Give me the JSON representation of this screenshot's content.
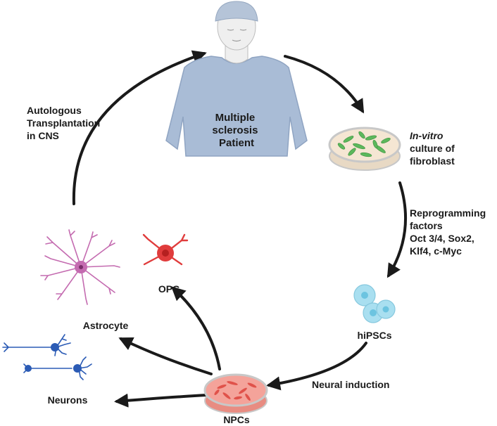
{
  "patient": {
    "line1": "Multiple",
    "line2": "sclerosis",
    "line3": "Patient"
  },
  "culture": {
    "line1_italic": "In-vitro",
    "line2": "culture of",
    "line3": "fibroblast"
  },
  "reprogramming": {
    "line1": "Reprogramming",
    "line2": "factors",
    "line3": "Oct 3/4, Sox2,",
    "line4": "Klf4, c-Myc"
  },
  "hipscs_label": "hiPSCs",
  "neural_induction_label": "Neural induction",
  "npcs_label": "NPCs",
  "neurons_label": "Neurons",
  "astrocyte_label": "Astrocyte",
  "opc_label": "OPC",
  "transplant": {
    "line1": "Autologous",
    "line2": "Transplantation",
    "line3": "in CNS"
  },
  "colors": {
    "arrow": "#1a1a1a",
    "shirt": "#a9bcd6",
    "skin": "#efefef",
    "cap": "#b5c4d8",
    "dish_rim": "#c8c8c8",
    "fibroblast": "#5cb85c",
    "dish_fill_culture": "#f5e6d3",
    "npc_fill": "#f4a39a",
    "npc_cell": "#e0524a",
    "hipsc": "#a9dff0",
    "hipsc_nucleus": "#6cc4e0",
    "astrocyte": "#c46bb0",
    "opc": "#e03c3c",
    "neuron": "#2b5bb5"
  }
}
